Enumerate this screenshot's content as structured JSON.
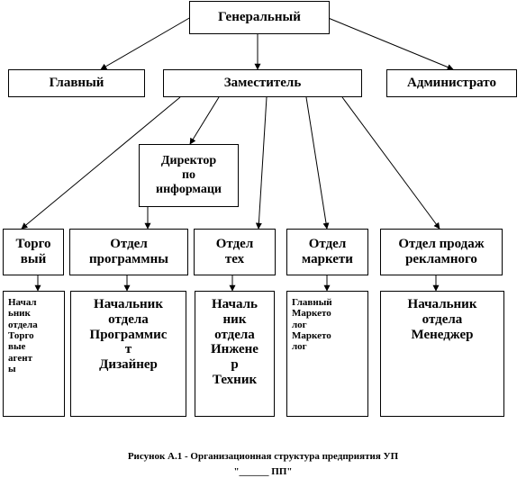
{
  "nodes": {
    "general": [
      "Генеральный"
    ],
    "chief": [
      "Главный"
    ],
    "deputy": [
      "Заместитель"
    ],
    "admin": [
      "Администрато"
    ],
    "it_director": [
      "Директор",
      "по",
      "информаци"
    ],
    "sales_dept": [
      "Торго",
      "вый"
    ],
    "prog_dept": [
      "Отдел",
      "программны"
    ],
    "tech_dept": [
      "Отдел",
      "тех"
    ],
    "marketing_dept": [
      "Отдел",
      "маркети"
    ],
    "ad_sales_dept": [
      "Отдел продаж",
      "рекламного"
    ],
    "sales_staff": [
      "Начал",
      "ьник",
      "отдела",
      "Торго",
      "вые",
      "агент",
      "ы"
    ],
    "prog_staff": [
      "Начальник",
      "отдела",
      "Программис",
      "т",
      "Дизайнер"
    ],
    "tech_staff": [
      "Началь",
      "ник",
      "отдела",
      "Инжене",
      "р",
      "Техник"
    ],
    "marketing_staff": [
      "Главный",
      "Маркето",
      "лог",
      "Маркето",
      "лог"
    ],
    "ad_staff": [
      "Начальник",
      "отдела",
      "Менеджер"
    ]
  },
  "caption": {
    "line1": "Рисунок А.1 - Организационная структура предприятия УП",
    "line2": "\"______ ПП\""
  },
  "colors": {
    "line": "#000000",
    "box_border": "#000000",
    "background": "#ffffff"
  }
}
